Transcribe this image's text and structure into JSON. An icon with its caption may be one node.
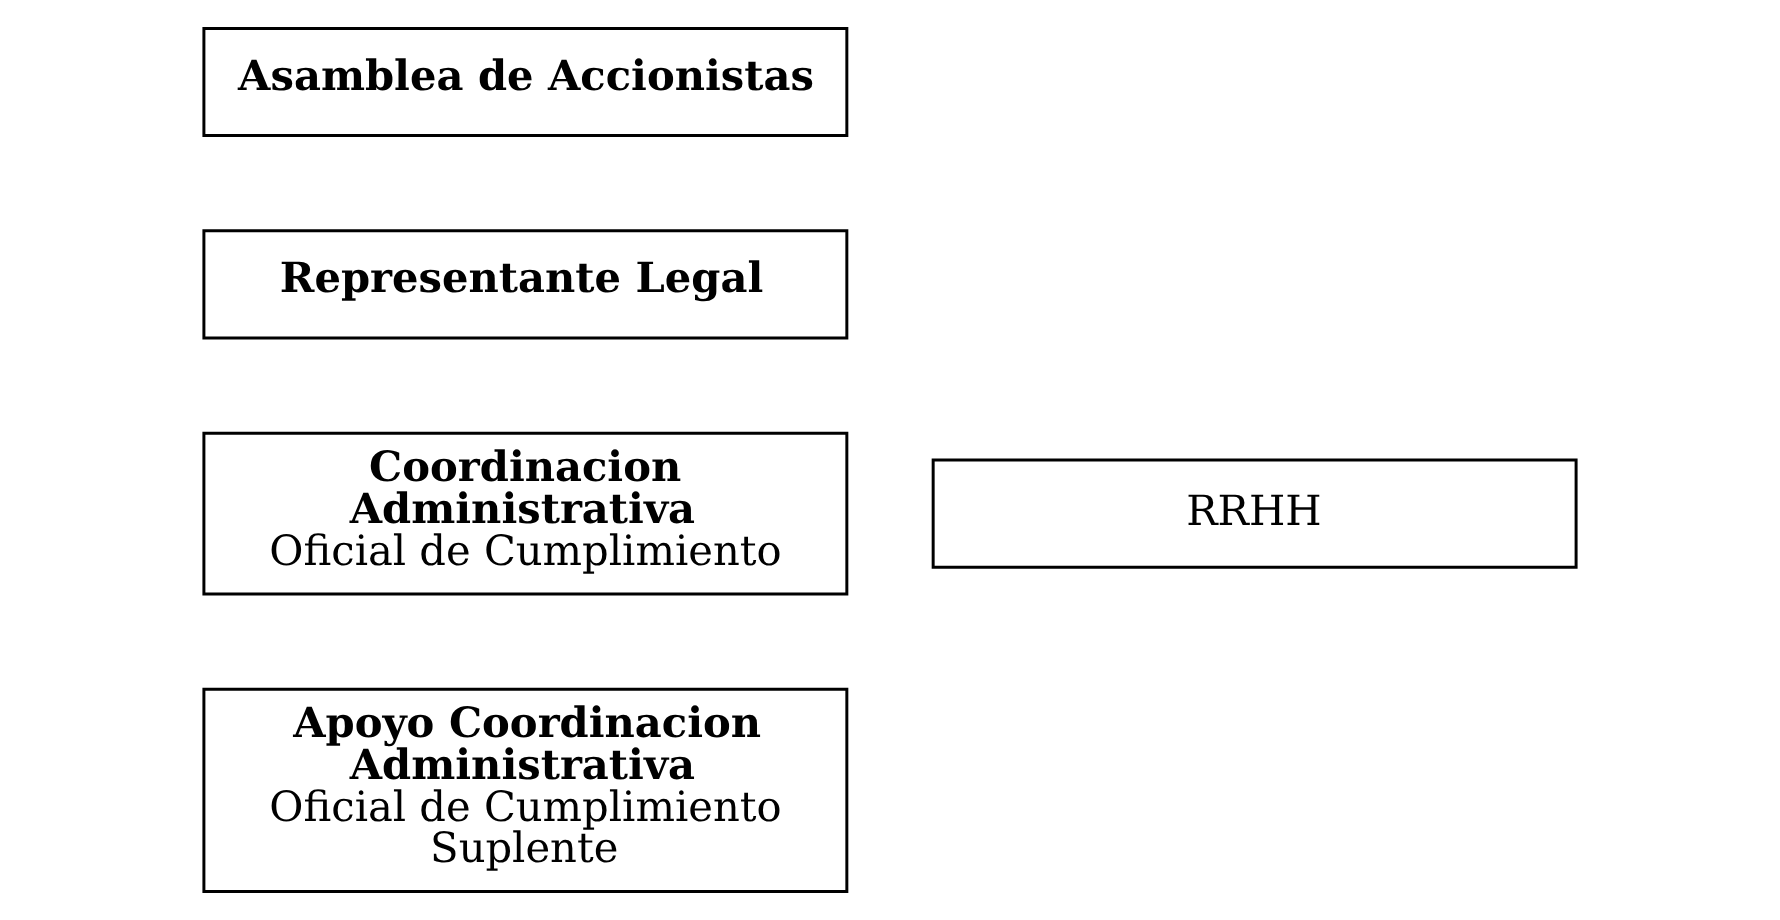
{
  "diagram": {
    "nodes": [
      {
        "text": [
          "Asamblea de Accionistas"
        ]
      },
      {
        "text": [
          "Representante Legal"
        ]
      },
      {
        "text": [
          "Coordinacion Administrativa",
          "Oficial de Cumplimiento"
        ]
      },
      {
        "text": [
          "RRHH"
        ]
      },
      {
        "text": [
          "Apoyo Coordinacion Administrativa",
          "Oficial de Cumplimiento Suplente"
        ]
      }
    ]
  }
}
